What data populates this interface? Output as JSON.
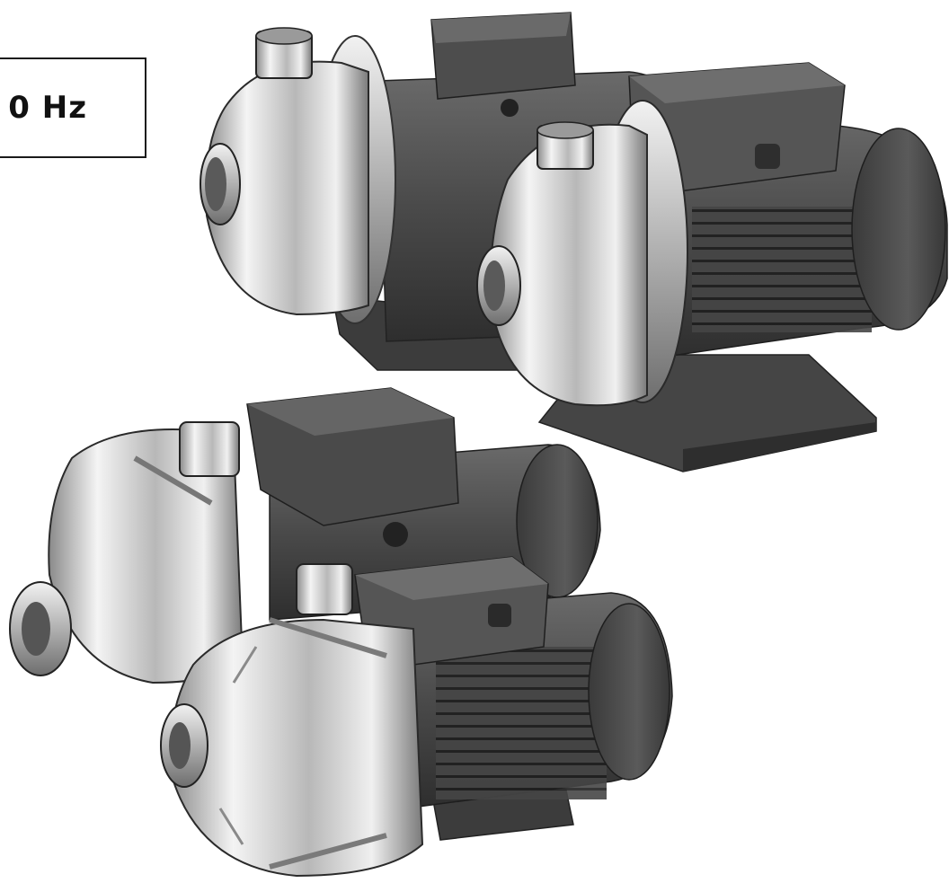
{
  "frequency_label": "0 Hz",
  "colors": {
    "motor_dark": "#4a4a4a",
    "steel_light": "#e6e6e6",
    "outline": "#111111"
  },
  "objects": [
    {
      "name": "back-right-pump",
      "kind": "stainless-steel-centrifugal-pump"
    },
    {
      "name": "back-left-pump",
      "kind": "stainless-steel-centrifugal-pump"
    },
    {
      "name": "front-left-twin-impeller-pump",
      "kind": "stainless-steel-multistage-pump"
    },
    {
      "name": "front-right-twin-impeller-pump",
      "kind": "stainless-steel-multistage-pump"
    }
  ]
}
